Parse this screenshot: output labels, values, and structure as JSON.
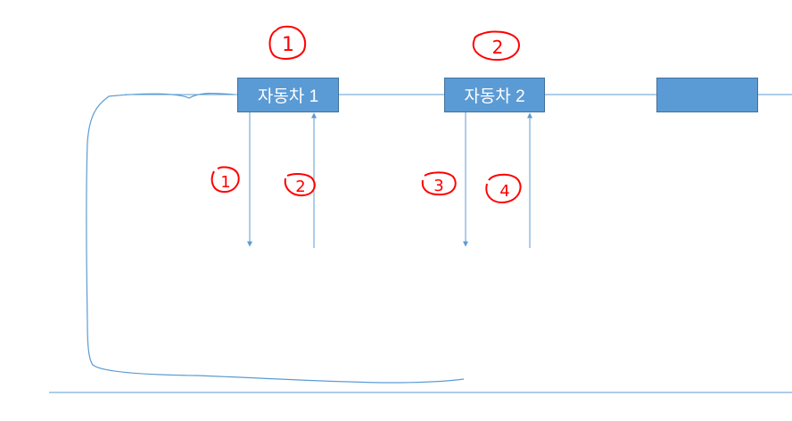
{
  "colors": {
    "box_fill": "#5b9bd5",
    "box_border": "#41719c",
    "line": "#5b9bd5",
    "annotation": "#ff0000"
  },
  "boxes": [
    {
      "label": "자동차 1"
    },
    {
      "label": "자동차 2"
    },
    {
      "label": ""
    }
  ],
  "annotations": {
    "above_box1": "1",
    "above_box2": "2",
    "arrow_1": "1",
    "arrow_2": "2",
    "arrow_3": "3",
    "arrow_4": "4"
  }
}
